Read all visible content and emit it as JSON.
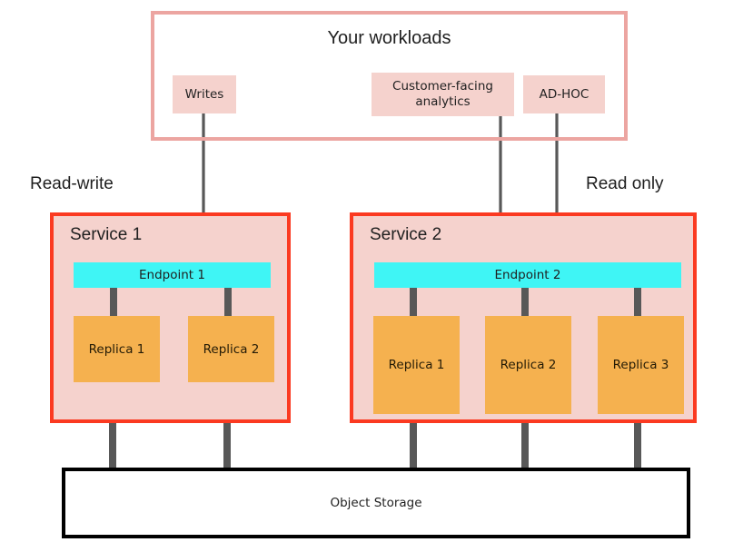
{
  "diagram": {
    "title_workloads": "Your workloads",
    "workloads": [
      {
        "id": "writes",
        "label": "Writes"
      },
      {
        "id": "customer-facing-analytics",
        "label": "Customer-facing analytics"
      },
      {
        "id": "ad-hoc",
        "label": "AD-HOC"
      }
    ],
    "captions": {
      "read_write": "Read-write",
      "read_only": "Read only"
    },
    "services": [
      {
        "id": "service-1",
        "label": "Service 1",
        "access_mode": "Read-write",
        "endpoint": "Endpoint 1",
        "replicas": [
          {
            "label": "Replica 1"
          },
          {
            "label": "Replica 2"
          }
        ]
      },
      {
        "id": "service-2",
        "label": "Service 2",
        "access_mode": "Read only",
        "endpoint": "Endpoint 2",
        "replicas": [
          {
            "label": "Replica 1"
          },
          {
            "label": "Replica 2"
          },
          {
            "label": "Replica 3"
          }
        ]
      }
    ],
    "storage": {
      "label": "Object Storage"
    },
    "connections": [
      {
        "from": "writes",
        "to": "Endpoint 1",
        "style": "arrow"
      },
      {
        "from": "customer-facing-analytics",
        "to": "Endpoint 2",
        "style": "arrow"
      },
      {
        "from": "ad-hoc",
        "to": "Endpoint 2",
        "style": "arrow"
      },
      {
        "from": "Endpoint 1",
        "to": "Service 1 Replica 1",
        "style": "bar"
      },
      {
        "from": "Endpoint 1",
        "to": "Service 1 Replica 2",
        "style": "bar"
      },
      {
        "from": "Endpoint 2",
        "to": "Service 2 Replica 1",
        "style": "bar"
      },
      {
        "from": "Endpoint 2",
        "to": "Service 2 Replica 2",
        "style": "bar"
      },
      {
        "from": "Endpoint 2",
        "to": "Service 2 Replica 3",
        "style": "bar"
      },
      {
        "from": "Service 1 Replica 1",
        "to": "Object Storage",
        "style": "bar"
      },
      {
        "from": "Service 1 Replica 2",
        "to": "Object Storage",
        "style": "bar"
      },
      {
        "from": "Service 2 Replica 1",
        "to": "Object Storage",
        "style": "bar"
      },
      {
        "from": "Service 2 Replica 2",
        "to": "Object Storage",
        "style": "bar"
      },
      {
        "from": "Service 2 Replica 3",
        "to": "Object Storage",
        "style": "bar"
      }
    ],
    "colors": {
      "workloads_border": "#ECA5A1",
      "chip_fill": "#F5D2CD",
      "service_border": "#FB3A21",
      "service_fill": "#F5D2CD",
      "endpoint_fill": "#3FF5F5",
      "replica_fill": "#F5B14F",
      "connector": "#585858",
      "storage_border": "#000000",
      "canvas": "#FFFFFF"
    }
  }
}
